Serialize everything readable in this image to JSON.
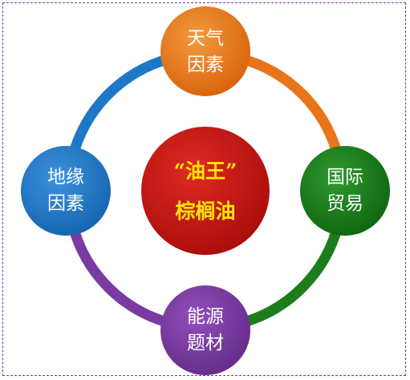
{
  "diagram": {
    "center": {
      "line1": "“油王”",
      "line2": "棕榈油",
      "color": "#c8120f"
    },
    "nodes": [
      {
        "id": "weather",
        "line1": "天气",
        "line2": "因素",
        "color": "#e8751a"
      },
      {
        "id": "trade",
        "line1": "国际",
        "line2": "贸易",
        "color": "#1d7d1d"
      },
      {
        "id": "energy",
        "line1": "能源",
        "line2": "题材",
        "color": "#7a3aa0"
      },
      {
        "id": "geo",
        "line1": "地缘",
        "line2": "因素",
        "color": "#1e78c8"
      }
    ],
    "ring_arcs": [
      {
        "from": "weather",
        "to": "trade",
        "color": "#e8751a"
      },
      {
        "from": "trade",
        "to": "energy",
        "color": "#1d7d1d"
      },
      {
        "from": "energy",
        "to": "geo",
        "color": "#7a3aa0"
      },
      {
        "from": "geo",
        "to": "weather",
        "color": "#1e78c8"
      }
    ],
    "frame_color": "#7a3a8c"
  }
}
